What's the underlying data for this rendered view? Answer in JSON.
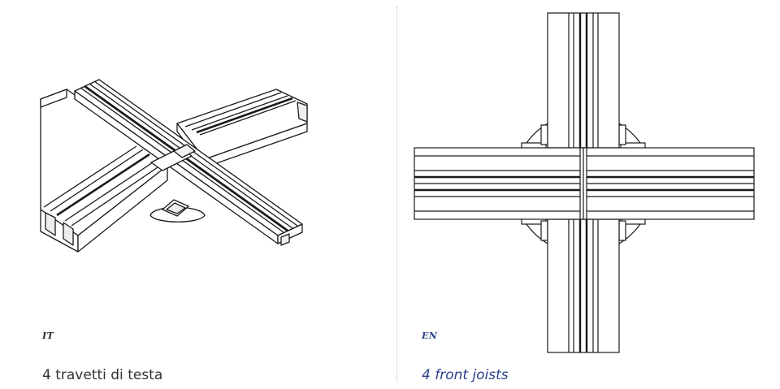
{
  "colors": {
    "ink": "#1a1a1a",
    "english_accent": "#2b3f88",
    "divider": "#bdbdbd"
  },
  "left_panel": {
    "language_code": "IT",
    "caption": "4 travetti di testa"
  },
  "right_panel": {
    "language_code": "EN",
    "caption": "4 front joists"
  }
}
